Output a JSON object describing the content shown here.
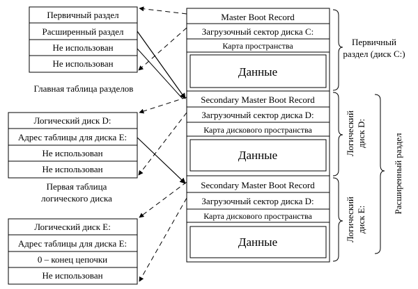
{
  "partition_table": {
    "rows": [
      "Первичный раздел",
      "Расширенный раздел",
      "Не использован",
      "Не использован"
    ],
    "caption": "Главная таблица разделов"
  },
  "logical_table_1": {
    "rows": [
      "Логический диск D:",
      "Адрес таблицы для диска E:",
      "Не использован",
      "Не использован"
    ],
    "caption_line1": "Первая таблица",
    "caption_line2": "логического диска"
  },
  "logical_table_2": {
    "rows": [
      "Логический диск E:",
      "Адрес таблицы для диска E:",
      "0 – конец цепочки",
      "Не использован"
    ]
  },
  "disk_column": {
    "primary": {
      "rows": [
        "Master Boot Record",
        "Загрузочный сектор диска C:",
        "Карта пространства"
      ],
      "data_label": "Данные"
    },
    "logical_d": {
      "rows": [
        "Secondary Master Boot Record",
        "Загрузочный сектор диска D:",
        "Карта дискового пространства"
      ],
      "data_label": "Данные"
    },
    "logical_e": {
      "rows": [
        "Secondary Master Boot Record",
        "Загрузочный сектор диска D:",
        "Карта дискового пространства"
      ],
      "data_label": "Данные"
    }
  },
  "labels": {
    "primary_line1": "Первичный",
    "primary_line2": "раздел (диск C:)",
    "logical_d_line1": "Логический",
    "logical_d_line2": "диск D:",
    "logical_e_line1": "Логический",
    "logical_e_line2": "диск E:",
    "extended": "Расширенный раздел"
  }
}
